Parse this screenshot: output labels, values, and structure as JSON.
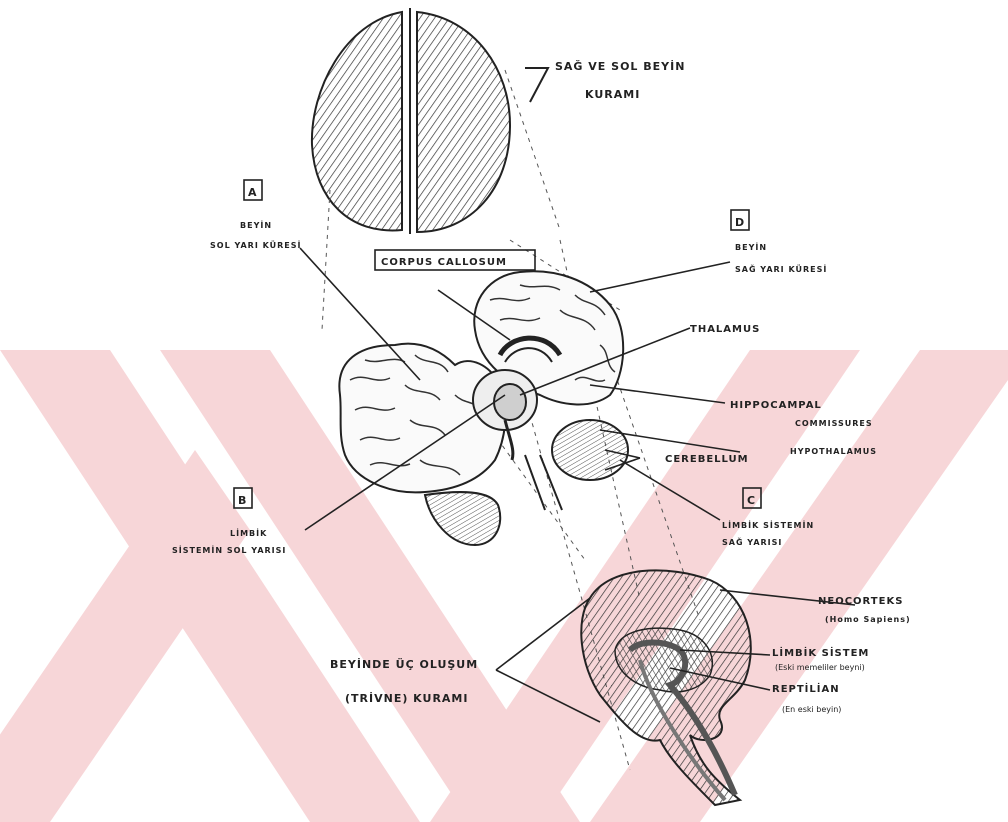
{
  "watermark_color": "#f6d2d4",
  "ink_color": "#2a2a2a",
  "title_theory_lr": {
    "line1": "SAĞ VE SOL BEYİN",
    "line2": "KURAMI"
  },
  "label_a": {
    "letter": "A",
    "line1": "BEYİN",
    "line2": "SOL YARI KÜRESİ"
  },
  "label_d": {
    "letter": "D",
    "line1": "BEYİN",
    "line2": "SAĞ YARI KÜRESİ"
  },
  "label_b": {
    "letter": "B",
    "line1": "LİMBİK",
    "line2": "SİSTEMİN SOL YARISI"
  },
  "label_c": {
    "letter": "C",
    "line1": "LİMBİK SİSTEMİN",
    "line2": "SAĞ YARISI"
  },
  "corpus_callosum": "CORPUS CALLOSUM",
  "thalamus": "THALAMUS",
  "hippocampal": {
    "line1": "HIPPOCAMPAL",
    "line2": "COMMISSURES"
  },
  "hypothalamus": "HYPOTHALAMUS",
  "cerebellum": "CEREBELLUM",
  "neocortex": {
    "line1": "NEOCORTEKS",
    "line2": "(Homo Sapiens)"
  },
  "limbic_system": {
    "line1": "LİMBİK SİSTEM",
    "line2": "(Eski memeliler beyni)"
  },
  "reptilian": {
    "line1": "REPTİLİAN",
    "line2": "(En eski beyin)"
  },
  "triune": {
    "line1": "BEYİNDE ÜÇ OLUŞUM",
    "line2": "(TRİVNE) KURAMI"
  }
}
